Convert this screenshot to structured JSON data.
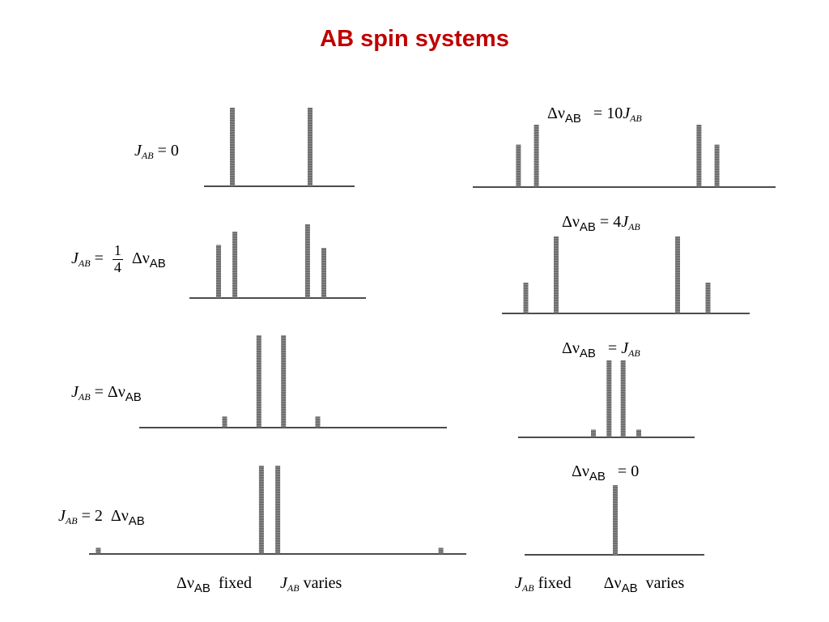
{
  "title": "AB spin systems",
  "symbols": {
    "delta_nu": "Δν",
    "sub_ab_sans": "AB",
    "j": "J",
    "sub_ab": "AB",
    "eq": "="
  },
  "left_labels": [
    {
      "value": "0"
    },
    {
      "coef_num": "1",
      "coef_den": "4"
    },
    {
      "coef": ""
    },
    {
      "coef": "2"
    }
  ],
  "right_labels": [
    {
      "value": "10"
    },
    {
      "value": "4"
    },
    {
      "value": ""
    },
    {
      "value": "0"
    }
  ],
  "captions": {
    "left_fixed": "fixed",
    "left_varies": "varies",
    "right_fixed": "fixed",
    "right_varies": "varies"
  },
  "spectra": [
    {
      "id": "left-jab-0",
      "peaks": [
        {
          "x": -0.5,
          "h": 1
        },
        {
          "x": 0.5,
          "h": 1
        }
      ]
    },
    {
      "id": "left-jab-quarter",
      "peaks": [
        {
          "x": -1.0,
          "h": 0.72
        },
        {
          "x": -0.69,
          "h": 0.9
        },
        {
          "x": 0.69,
          "h": 1
        },
        {
          "x": 1.0,
          "h": 0.68
        }
      ]
    },
    {
      "id": "left-jab-equal",
      "peaks": [
        {
          "x": -1.25,
          "h": 0.12
        },
        {
          "x": -0.33,
          "h": 1
        },
        {
          "x": 0.33,
          "h": 1
        },
        {
          "x": 1.25,
          "h": 0.12
        }
      ]
    },
    {
      "id": "left-jab-2",
      "peaks": [
        {
          "x": -2.3,
          "h": 0.07
        },
        {
          "x": -0.11,
          "h": 1
        },
        {
          "x": 0.11,
          "h": 1
        },
        {
          "x": 2.3,
          "h": 0.07
        }
      ]
    },
    {
      "id": "right-dnu-10j",
      "peaks": [
        {
          "x": -5.5,
          "h": 0.68
        },
        {
          "x": -4.5,
          "h": 1
        },
        {
          "x": 4.5,
          "h": 1
        },
        {
          "x": 5.5,
          "h": 0.68
        }
      ]
    },
    {
      "id": "right-dnu-4j",
      "peaks": [
        {
          "x": -3.0,
          "h": 0.4
        },
        {
          "x": -2.0,
          "h": 1
        },
        {
          "x": 2.0,
          "h": 1
        },
        {
          "x": 3.0,
          "h": 0.4
        }
      ]
    },
    {
      "id": "right-dnu-j",
      "peaks": [
        {
          "x": -1.0,
          "h": 0.1
        },
        {
          "x": -0.31,
          "h": 1
        },
        {
          "x": 0.31,
          "h": 1
        },
        {
          "x": 1.0,
          "h": 0.1
        }
      ]
    },
    {
      "id": "right-dnu-0",
      "peaks": [
        {
          "x": 0,
          "h": 1
        }
      ]
    }
  ],
  "colors": {
    "title": "#c00000",
    "peak": "#555555",
    "baseline": "#111111"
  }
}
